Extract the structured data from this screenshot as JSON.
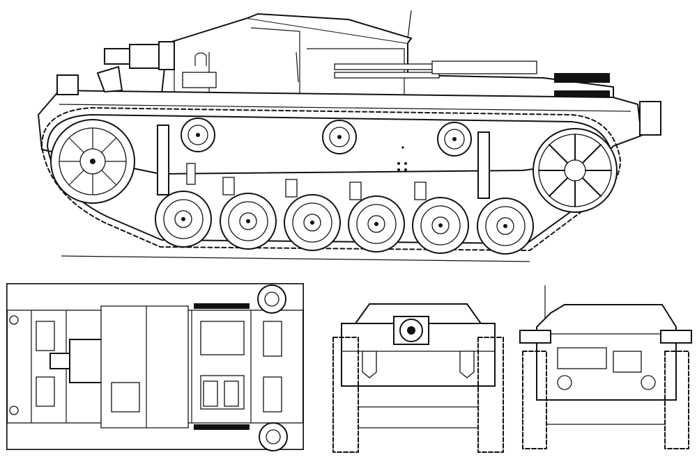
{
  "drawing": {
    "subject": "",
    "views": [
      "side-view",
      "top-view",
      "front-view",
      "rear-view"
    ]
  },
  "colors": {
    "ink": "#111111",
    "paper": "#ffffff"
  },
  "side_view": {
    "road_wheels": 6,
    "return_rollers": 3
  }
}
